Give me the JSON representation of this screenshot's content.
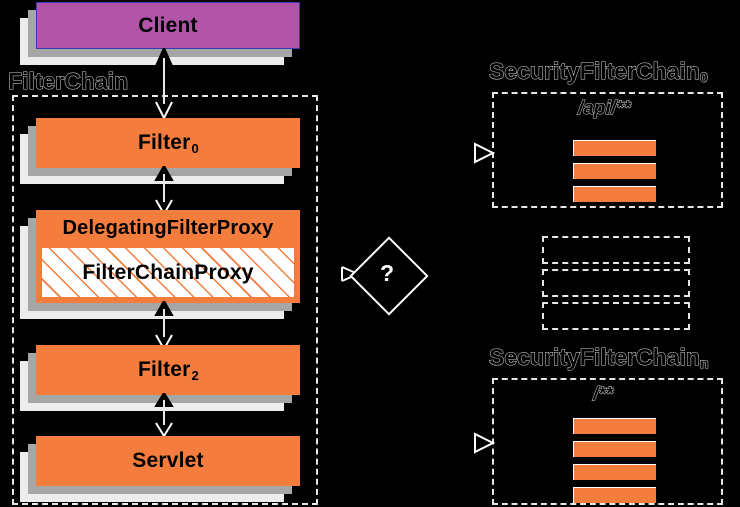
{
  "diagram": {
    "title": "Spring Security FilterChainProxy / SecurityFilterChain delegation",
    "colors": {
      "background": "#000000",
      "filter_orange": "#f47c3c",
      "client_purple": "#b055a8",
      "client_border": "#3b3bb0",
      "shadow_mid": "#a6a6a6",
      "shadow_light": "#ececec",
      "dashed_stroke": "#e6e6e6",
      "outline_text_stroke": "#d8d8d8"
    }
  },
  "left_column": {
    "container_label": "FilterChain",
    "client": {
      "label": "Client"
    },
    "filter0": {
      "label": "Filter",
      "subscript": "0"
    },
    "delegating_filter_proxy": {
      "title": "DelegatingFilterProxy",
      "inner": "FilterChainProxy"
    },
    "filter2": {
      "label": "Filter",
      "subscript": "2"
    },
    "servlet": {
      "label": "Servlet"
    }
  },
  "middle": {
    "decision": {
      "label": "?"
    },
    "elided_chains": [
      {
        "label": ""
      },
      {
        "label": ""
      },
      {
        "label": ""
      }
    ]
  },
  "right_column": {
    "chain_first": {
      "title": "SecurityFilterChain",
      "subscript": "0",
      "path": "/api/**",
      "filter_count": 3
    },
    "chain_last": {
      "title": "SecurityFilterChain",
      "subscript": "n",
      "path": "/**",
      "filter_count": 4
    }
  }
}
